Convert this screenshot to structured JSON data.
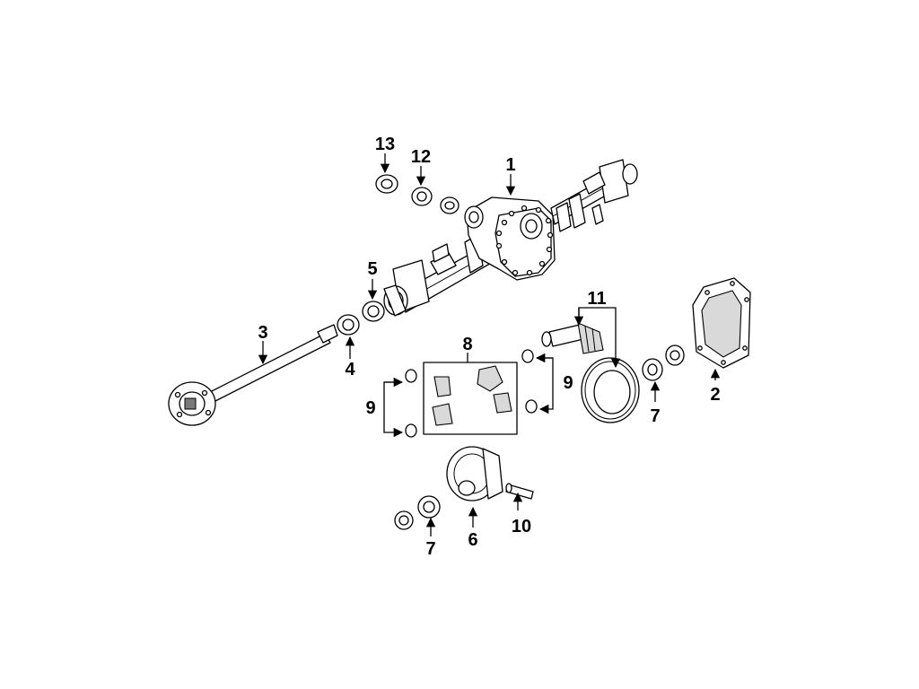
{
  "callouts": {
    "c1": "1",
    "c2": "2",
    "c3": "3",
    "c4": "4",
    "c5": "5",
    "c6": "6",
    "c7a": "7",
    "c7b": "7",
    "c8": "8",
    "c9a": "9",
    "c9b": "9",
    "c10": "10",
    "c11": "11",
    "c12": "12",
    "c13": "13"
  }
}
